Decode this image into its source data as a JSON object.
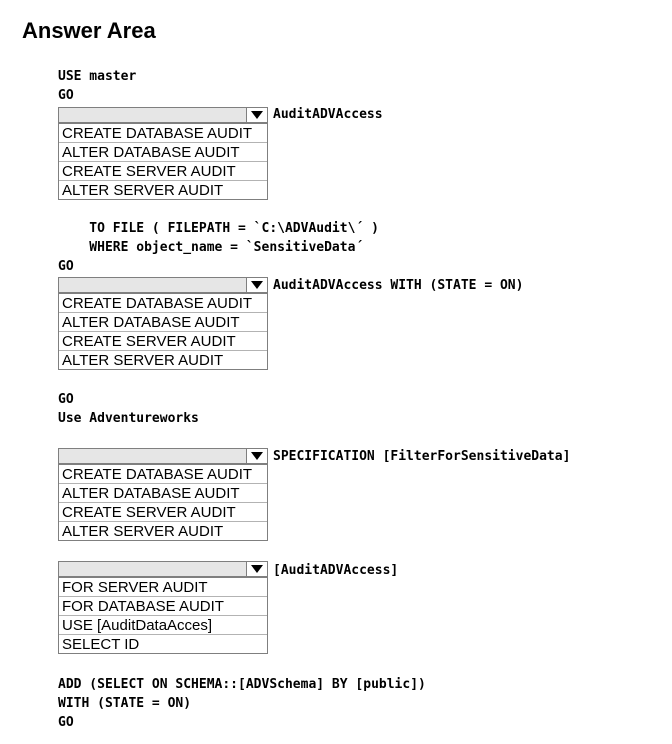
{
  "title": "Answer Area",
  "code": {
    "use_master": "USE master",
    "go_1": "GO",
    "dropdown1_suffix": "AuditADVAccess",
    "to_file": "    TO FILE ( FILEPATH = `C:\\ADVAudit\\´ )",
    "where": "    WHERE object_name = `SensitiveData´",
    "go_2": "GO",
    "dropdown2_suffix": "AuditADVAccess WITH (STATE = ON)",
    "go_3": "GO",
    "use_adventureworks": "Use Adventureworks",
    "dropdown3_suffix": "SPECIFICATION [FilterForSensitiveData]",
    "dropdown4_suffix": "[AuditADVAccess]",
    "add_line": "ADD (SELECT ON SCHEMA::[ADVSchema] BY [public])",
    "with_line": "WITH (STATE = ON)",
    "go_4": "GO"
  },
  "dropdowns": [
    {
      "selected": "",
      "options": [
        "CREATE DATABASE AUDIT",
        "ALTER DATABASE AUDIT",
        "CREATE SERVER AUDIT",
        "ALTER SERVER AUDIT"
      ]
    },
    {
      "selected": "",
      "options": [
        "CREATE DATABASE AUDIT",
        "ALTER DATABASE AUDIT",
        "CREATE SERVER AUDIT",
        "ALTER SERVER AUDIT"
      ]
    },
    {
      "selected": "",
      "options": [
        "CREATE DATABASE AUDIT",
        "ALTER DATABASE AUDIT",
        "CREATE SERVER AUDIT",
        "ALTER SERVER AUDIT"
      ]
    },
    {
      "selected": "",
      "options": [
        "FOR SERVER AUDIT",
        "FOR DATABASE AUDIT",
        "USE [AuditDataAcces]",
        "SELECT ID"
      ]
    }
  ],
  "icons": {
    "dropdown_arrow": "chevron-down-icon"
  },
  "colors": {
    "border": "#7f7f7f",
    "header_bg": "#e6e6e6",
    "text": "#000000"
  }
}
